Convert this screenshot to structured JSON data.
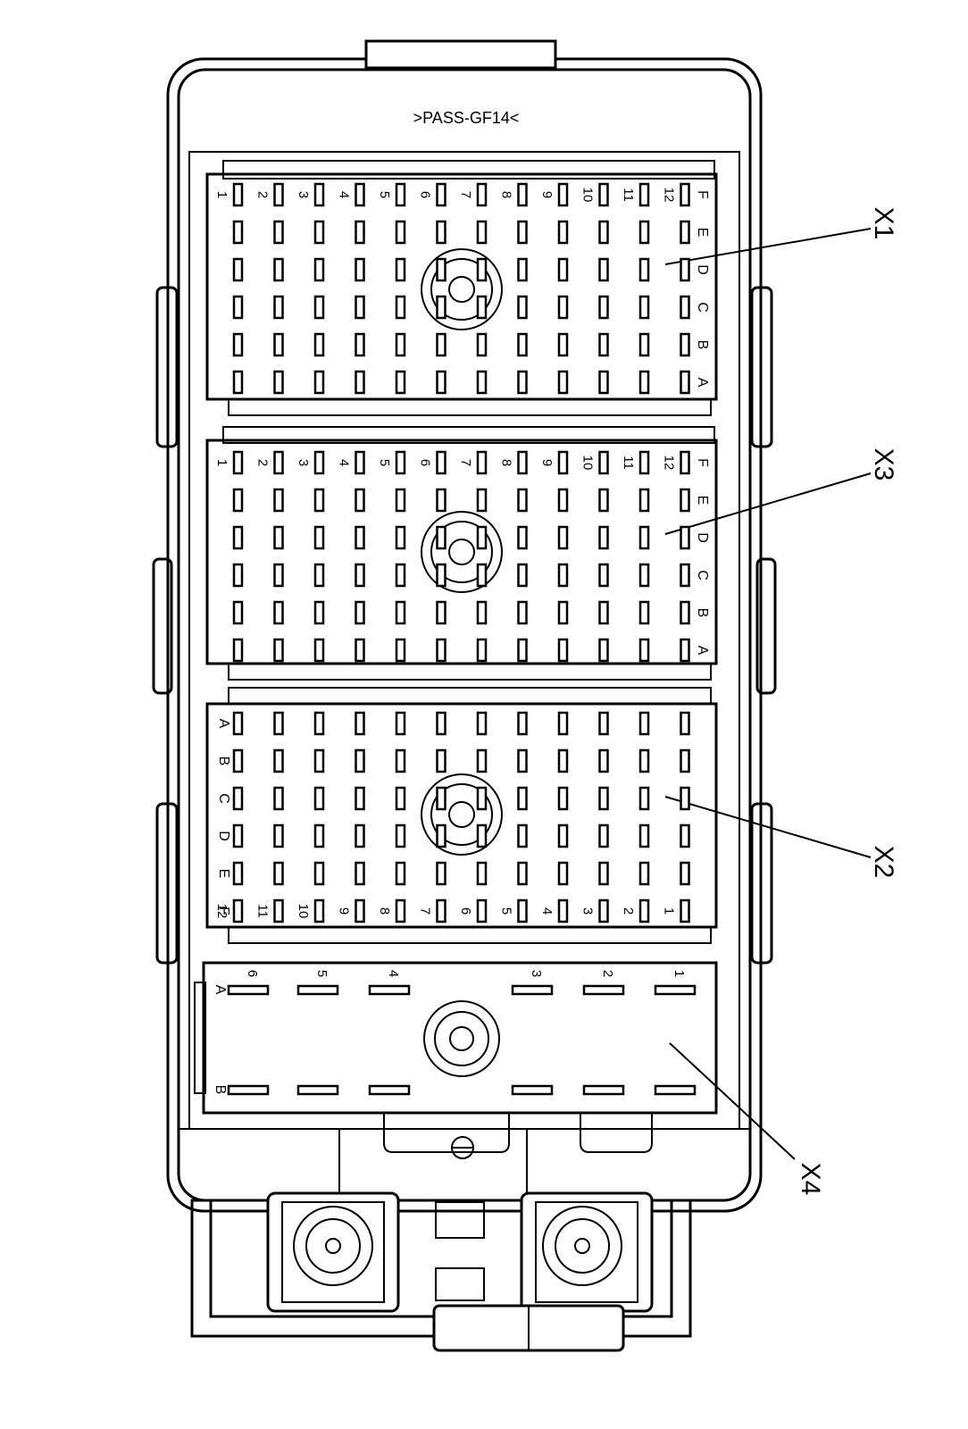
{
  "label_top": ">PASS-GF14<",
  "connectors": {
    "x1": {
      "callout": "X1",
      "columns": [
        "1",
        "2",
        "3",
        "4",
        "5",
        "6",
        "7",
        "8",
        "9",
        "10",
        "11",
        "12"
      ],
      "rows": [
        "F",
        "E",
        "D",
        "C",
        "B",
        "A"
      ]
    },
    "x3": {
      "callout": "X3",
      "columns": [
        "1",
        "2",
        "3",
        "4",
        "5",
        "6",
        "7",
        "8",
        "9",
        "10",
        "11",
        "12"
      ],
      "rows": [
        "F",
        "E",
        "D",
        "C",
        "B",
        "A"
      ]
    },
    "x2": {
      "callout": "X2",
      "columns": [
        "12",
        "11",
        "10",
        "9",
        "8",
        "7",
        "6",
        "5",
        "4",
        "3",
        "2",
        "1"
      ],
      "rows": [
        "A",
        "B",
        "C",
        "D",
        "E",
        "F"
      ]
    },
    "x4": {
      "callout": "X4",
      "columns": [
        "6",
        "5",
        "4",
        "3",
        "2",
        "1"
      ],
      "rows": [
        "A",
        "B"
      ]
    }
  },
  "colors": {
    "line": "#000000",
    "background": "#ffffff"
  }
}
